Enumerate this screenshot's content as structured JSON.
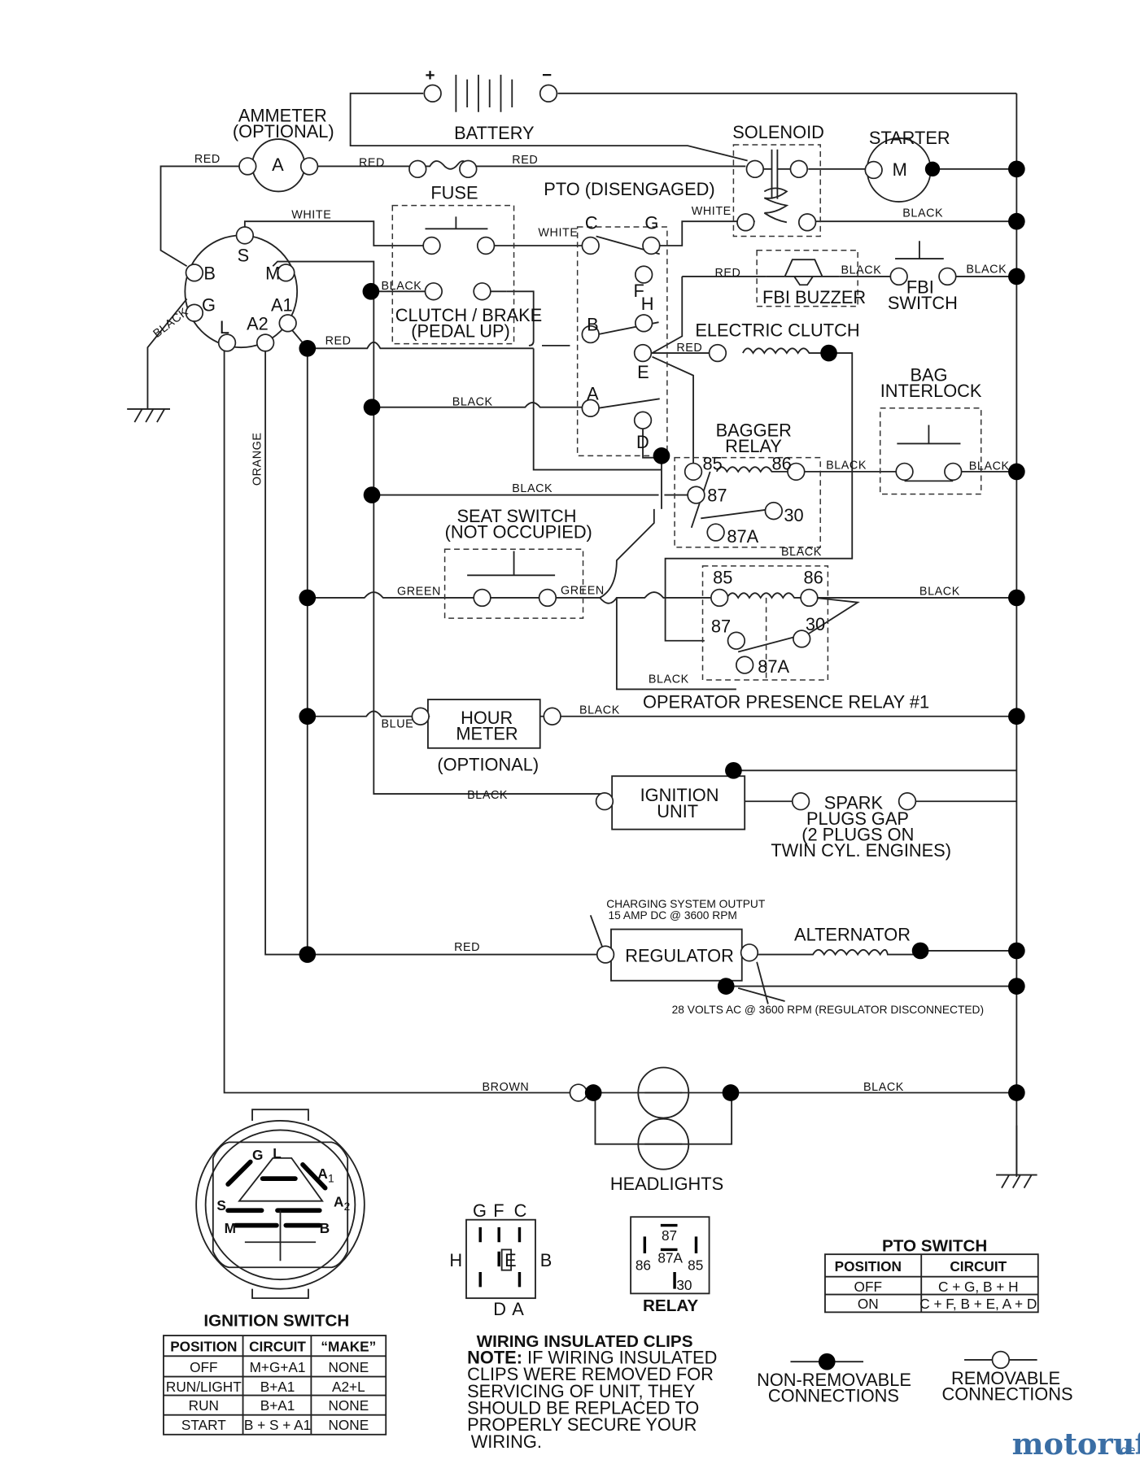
{
  "labels": {
    "battery": "BATTERY",
    "plus": "+",
    "minus": "−",
    "ammeter1": "AMMETER",
    "ammeter2": "(OPTIONAL)",
    "ammeter_sym": "A",
    "fuse": "FUSE",
    "solenoid": "SOLENOID",
    "starter": "STARTER",
    "starter_sym": "M",
    "pto": "PTO (DISENGAGED)",
    "fbi_buzzer": "FBI BUZZER",
    "fbi_switch1": "FBI",
    "fbi_switch2": "SWITCH",
    "clutch1": "CLUTCH / BRAKE",
    "clutch2": "(PEDAL UP)",
    "electric_clutch": "ELECTRIC CLUTCH",
    "bag1": "BAG",
    "bag2": "INTERLOCK",
    "bagger1": "BAGGER",
    "bagger2": "RELAY",
    "seat1": "SEAT SWITCH",
    "seat2": "(NOT OCCUPIED)",
    "opr": "OPERATOR PRESENCE RELAY #1",
    "hour1": "HOUR",
    "hour2": "METER",
    "hour3": "(OPTIONAL)",
    "ign1": "IGNITION",
    "ign2": "UNIT",
    "spark1": "SPARK",
    "spark2": "PLUGS GAP",
    "spark3": "(2 PLUGS ON",
    "spark4": "TWIN CYL. ENGINES)",
    "charge1": "CHARGING SYSTEM OUTPUT",
    "charge2": "15 AMP DC @ 3600 RPM",
    "regulator": "REGULATOR",
    "alternator": "ALTERNATOR",
    "volts": "28 VOLTS AC @ 3600 RPM (REGULATOR DISCONNECTED)",
    "headlights": "HEADLIGHTS",
    "ign_switch": "IGNITION SWITCH",
    "relay": "RELAY",
    "pto_switch": "PTO SWITCH",
    "clips_title": "WIRING INSULATED CLIPS",
    "clips_note": "NOTE:",
    "clips1": " IF WIRING INSULATED",
    "clips2": "CLIPS WERE REMOVED FOR",
    "clips3": "SERVICING OF UNIT, THEY",
    "clips4": "SHOULD BE REPLACED TO",
    "clips5": "PROPERLY SECURE YOUR",
    "clips6": "WIRING.",
    "nonrem1": "NON-REMOVABLE",
    "nonrem2": "CONNECTIONS",
    "rem1": "REMOVABLE",
    "rem2": "CONNECTIONS",
    "logo": "motoruf",
    "logo_tld": ".de"
  },
  "wire_colors": {
    "red": "RED",
    "white": "WHITE",
    "black": "BLACK",
    "green": "GREEN",
    "blue": "BLUE",
    "orange": "ORANGE",
    "brown": "BROWN"
  },
  "terminals": {
    "S": "S",
    "B": "B",
    "M": "M",
    "G": "G",
    "A1": "A1",
    "L": "L",
    "A2": "A2",
    "C": "C",
    "PG": "G",
    "F": "F",
    "H": "H",
    "PB": "B",
    "E": "E",
    "A": "A",
    "D": "D",
    "r85": "85",
    "r86": "86",
    "r87": "87",
    "r30": "30",
    "r87A": "87A"
  },
  "ign_key": {
    "G": "G",
    "L": "L",
    "A1": "A",
    "A1s": "1",
    "A2": "A",
    "A2s": "2",
    "S": "S",
    "M": "M",
    "B": "B"
  },
  "pto_pins": {
    "G": "G",
    "F": "F",
    "C": "C",
    "H": "H",
    "E": "E",
    "B": "B",
    "D": "D",
    "A": "A"
  },
  "relay_pins": {
    "p87": "87",
    "p87A": "87A",
    "p86": "86",
    "p85": "85",
    "p30": "30"
  },
  "ignition_table": {
    "headers": [
      "POSITION",
      "CIRCUIT",
      "“MAKE”"
    ],
    "rows": [
      [
        "OFF",
        "M+G+A1",
        "NONE"
      ],
      [
        "RUN/LIGHT",
        "B+A1",
        "A2+L"
      ],
      [
        "RUN",
        "B+A1",
        "NONE"
      ],
      [
        "START",
        "B + S + A1",
        "NONE"
      ]
    ]
  },
  "pto_table": {
    "headers": [
      "POSITION",
      "CIRCUIT"
    ],
    "rows": [
      [
        "OFF",
        "C + G, B + H"
      ],
      [
        "ON",
        "C + F, B + E, A + D"
      ]
    ]
  }
}
